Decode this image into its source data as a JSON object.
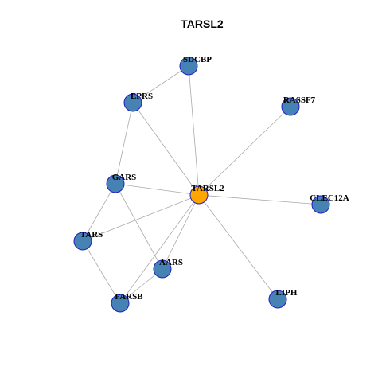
{
  "title": "TARSL2",
  "colors": {
    "hub": "#FFA500",
    "node": "#4682B4",
    "node_border": "#1f1fbf",
    "edge": "#aaaaaa"
  },
  "nodes": [
    {
      "id": "TARSL2",
      "hub": true
    },
    {
      "id": "SDCBP"
    },
    {
      "id": "EPRS"
    },
    {
      "id": "RASSF7"
    },
    {
      "id": "GARS"
    },
    {
      "id": "CLEC12A"
    },
    {
      "id": "TARS"
    },
    {
      "id": "AARS"
    },
    {
      "id": "FARSB"
    },
    {
      "id": "LIPH"
    }
  ],
  "edges": [
    [
      "TARSL2",
      "SDCBP"
    ],
    [
      "TARSL2",
      "EPRS"
    ],
    [
      "TARSL2",
      "RASSF7"
    ],
    [
      "TARSL2",
      "GARS"
    ],
    [
      "TARSL2",
      "CLEC12A"
    ],
    [
      "TARSL2",
      "TARS"
    ],
    [
      "TARSL2",
      "AARS"
    ],
    [
      "TARSL2",
      "FARSB"
    ],
    [
      "TARSL2",
      "LIPH"
    ],
    [
      "SDCBP",
      "EPRS"
    ],
    [
      "EPRS",
      "GARS"
    ],
    [
      "GARS",
      "TARS"
    ],
    [
      "GARS",
      "AARS"
    ],
    [
      "TARS",
      "FARSB"
    ],
    [
      "AARS",
      "FARSB"
    ]
  ]
}
